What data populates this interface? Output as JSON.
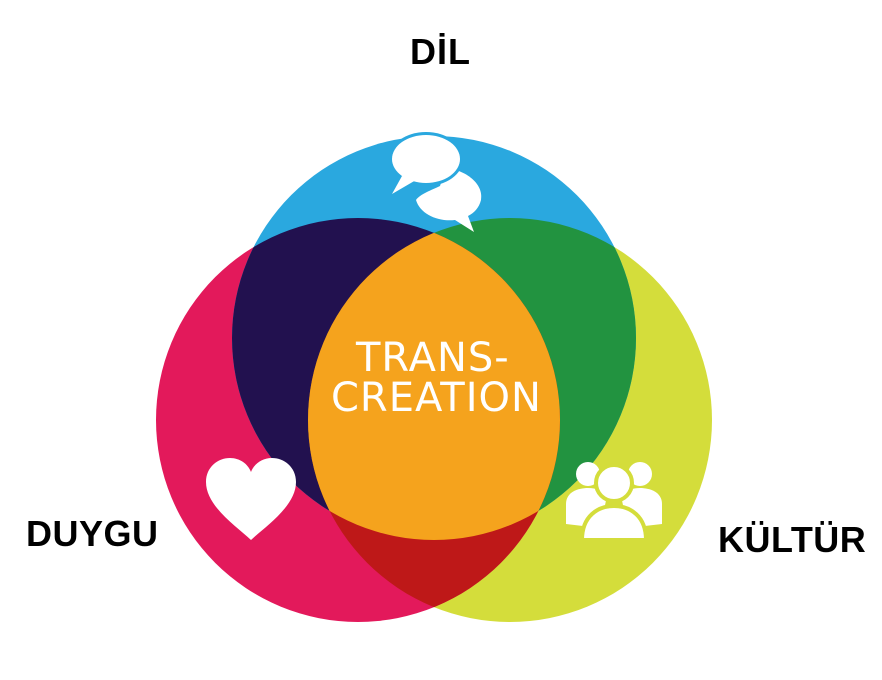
{
  "diagram": {
    "sets": [
      {
        "key": "top",
        "label": "DİL",
        "color": "#2aa8df",
        "icon": "speech-bubbles-icon"
      },
      {
        "key": "left",
        "label": "DUYGU",
        "color": "#e3195b",
        "icon": "heart-icon"
      },
      {
        "key": "right",
        "label": "KÜLTÜR",
        "color": "#d4dd3b",
        "icon": "people-group-icon"
      }
    ],
    "intersections": {
      "top_left": "#22114f",
      "top_right": "#229340",
      "left_right": "#be1818",
      "all": "#f5a31d"
    },
    "center_line1": "TRANS-",
    "center_line2": "CREATION"
  }
}
